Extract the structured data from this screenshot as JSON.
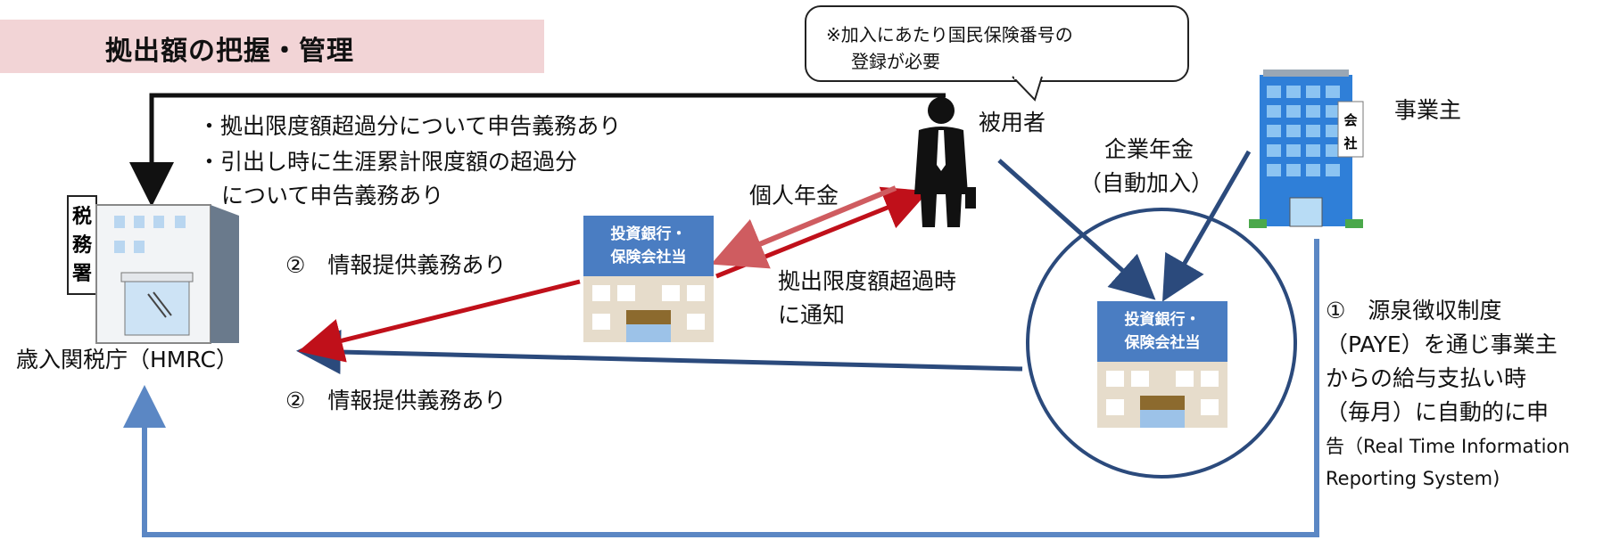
{
  "title": "拠出額の把握・管理",
  "bubble": {
    "line1": "※加入にあたり国民保険番号の",
    "line2": "登録が必要"
  },
  "employee_label": "被用者",
  "employer_label": "事業主",
  "company_sign": [
    "会",
    "社"
  ],
  "tax_office_sign": [
    "税",
    "務",
    "署"
  ],
  "notes": {
    "line1": "・拠出限度額超過分について申告義務あり",
    "line2": "・引出し時に生涯累計限度額の超過分",
    "line3": "について申告義務あり"
  },
  "personal_pension": "個人年金",
  "corporate_pension": {
    "line1": "企業年金",
    "line2": "（自動加入）"
  },
  "bank_label": {
    "line1": "投資銀行・",
    "line2": "保険会社当"
  },
  "excess_notice": {
    "line1": "拠出限度額超過時",
    "line2": "に通知"
  },
  "info_duty_1": "②　情報提供義務あり",
  "info_duty_2": "②　情報提供義務あり",
  "hmrc_label": "歳入関税庁（HMRC）",
  "paye_text": {
    "line1": "①　源泉徴収制度",
    "line2": "（PAYE）を通じ事業主",
    "line3": "からの給与支払い時",
    "line4": "（毎月）に自動的に申",
    "line5": "告（Real Time Information",
    "line6": "Reporting System)"
  },
  "colors": {
    "title_bg": "#f2d4d6",
    "red_arrow": "#c0101a",
    "light_red_arrow": "#cf5c60",
    "navy_arrow": "#2b4a7c",
    "light_blue_arrow": "#5b87c4",
    "bank_blue": "#4a7dc2",
    "building_blue": "#2f7fd8"
  }
}
